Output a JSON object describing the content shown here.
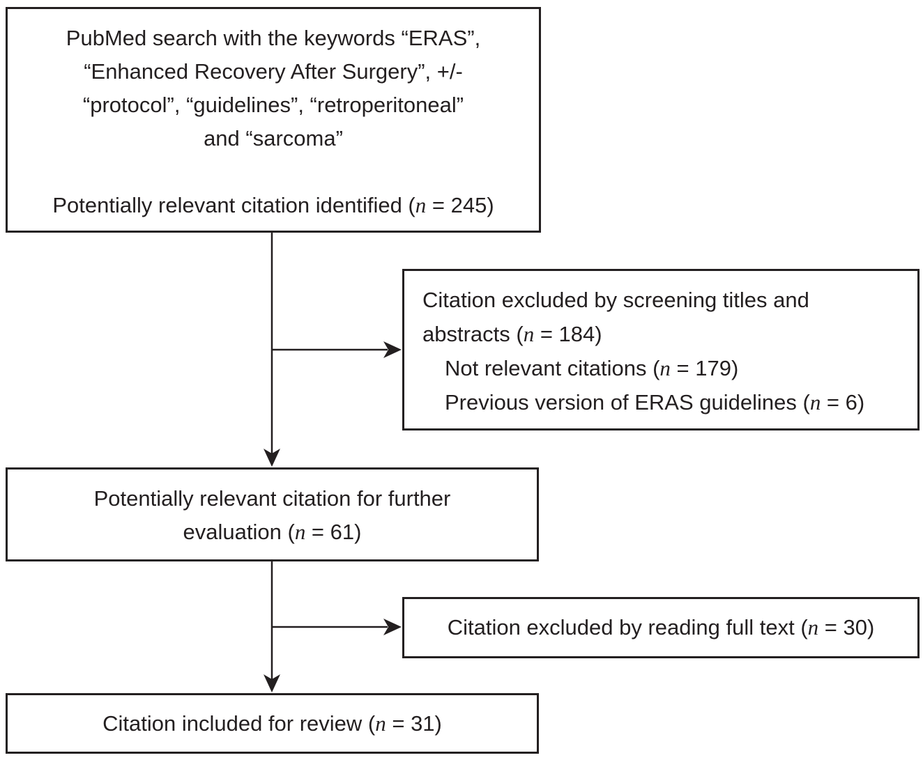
{
  "figure": {
    "type": "flow-diagram",
    "ink_color": "#231f20",
    "background_color": "#ffffff"
  },
  "boxes": {
    "search": {
      "keyword_lines": [
        "PubMed search with the keywords “ERAS”,",
        "“Enhanced Recovery After Surgery”, +/-",
        "“protocol”, “guidelines”, “retroperitoneal”",
        "and “sarcoma”"
      ],
      "identified": {
        "pre": "Potentially relevant citation identified (",
        "var": "n",
        "post": " = 245)"
      }
    },
    "excluded_screening": {
      "line1": "Citation excluded by screening titles and",
      "line2": {
        "pre": "abstracts (",
        "var": "n",
        "post": " = 184)"
      },
      "reasons": [
        {
          "pre": "Not relevant citations (",
          "var": "n",
          "post": " = 179)"
        },
        {
          "pre": "Previous version of ERAS guidelines (",
          "var": "n",
          "post": " = 6)"
        }
      ]
    },
    "further_evaluation": {
      "line1": "Potentially relevant citation for further",
      "line2": {
        "pre": "evaluation (",
        "var": "n",
        "post": " = 61)"
      }
    },
    "excluded_fulltext": {
      "line": {
        "pre": "Citation excluded by reading full text (",
        "var": "n",
        "post": " = 30)"
      }
    },
    "included": {
      "line": {
        "pre": "Citation included for review (",
        "var": "n",
        "post": " = 31)"
      }
    }
  }
}
